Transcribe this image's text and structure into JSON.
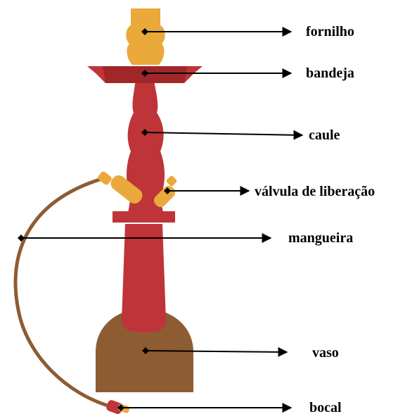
{
  "labels": {
    "fornilho": "fornilho",
    "bandeja": "bandeja",
    "caule": "caule",
    "valvula": "válvula de liberação",
    "mangueira": "mangueira",
    "vaso": "vaso",
    "bocal": "bocal"
  },
  "colors": {
    "bowl": "#EAA93A",
    "body": "#BE3438",
    "tray_dark": "#A02628",
    "vase": "#8E5C33",
    "hose": "#8E5C33",
    "line": "#000000"
  }
}
